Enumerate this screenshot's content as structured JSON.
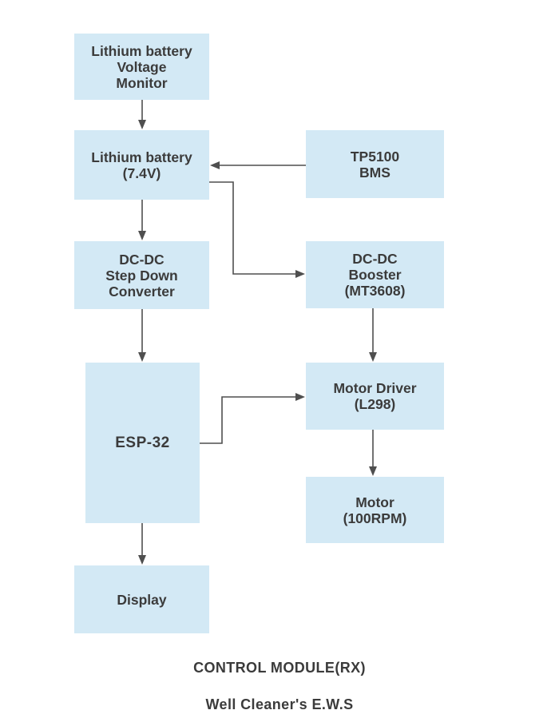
{
  "diagram": {
    "blocks": [
      {
        "id": "voltage-monitor",
        "lines": [
          "Lithium battery",
          "Voltage",
          "Monitor"
        ]
      },
      {
        "id": "lithium-battery",
        "lines": [
          "Lithium battery",
          "(7.4V)"
        ]
      },
      {
        "id": "bms",
        "lines": [
          "TP5100",
          "BMS"
        ]
      },
      {
        "id": "step-down",
        "lines": [
          "DC-DC",
          "Step Down",
          "Converter"
        ]
      },
      {
        "id": "booster",
        "lines": [
          "DC-DC",
          "Booster",
          "(MT3608)"
        ]
      },
      {
        "id": "esp32",
        "lines": [
          "ESP-32"
        ]
      },
      {
        "id": "motor-driver",
        "lines": [
          "Motor Driver",
          "(L298)"
        ]
      },
      {
        "id": "motor",
        "lines": [
          "Motor",
          "(100RPM)"
        ]
      },
      {
        "id": "display",
        "lines": [
          "Display"
        ]
      }
    ],
    "connections": [
      {
        "from": "voltage-monitor",
        "to": "lithium-battery"
      },
      {
        "from": "bms",
        "to": "lithium-battery"
      },
      {
        "from": "lithium-battery",
        "to": "booster"
      },
      {
        "from": "lithium-battery",
        "to": "step-down"
      },
      {
        "from": "step-down",
        "to": "esp32"
      },
      {
        "from": "booster",
        "to": "motor-driver"
      },
      {
        "from": "esp32",
        "to": "motor-driver"
      },
      {
        "from": "motor-driver",
        "to": "motor"
      },
      {
        "from": "esp32",
        "to": "display"
      }
    ],
    "captions": {
      "title": "CONTROL MODULE(RX)",
      "subtitle": "Well Cleaner's E.W.S"
    },
    "colors": {
      "block_fill": "#d3e9f5",
      "block_text": "#3b3b3b",
      "connector": "#4f4f4f",
      "background": "#ffffff"
    }
  }
}
